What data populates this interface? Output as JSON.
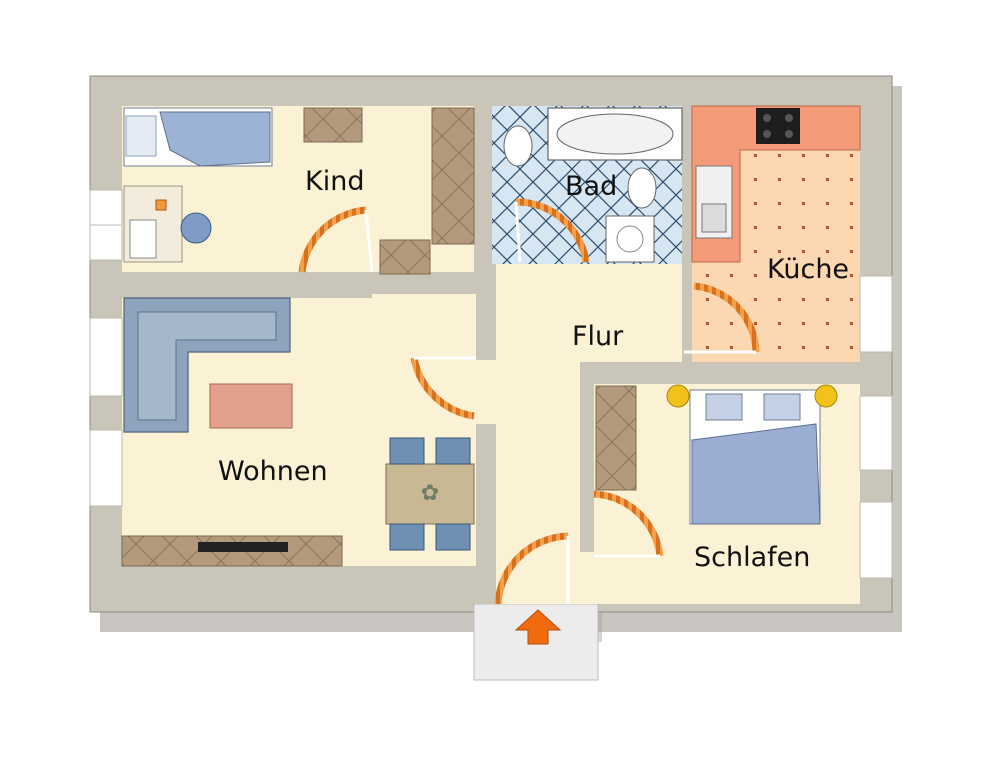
{
  "rooms": {
    "kind": "Kind",
    "bad": "Bad",
    "kueche": "Küche",
    "flur": "Flur",
    "wohnen": "Wohnen",
    "schlafen": "Schlafen"
  },
  "colors": {
    "wall": "#c8c4b8",
    "floor": "#fbf1d4",
    "bath_tile": "#cfe1ef",
    "kitchen_floor": "#fbd6b0",
    "kitchen_counter": "#f39a78",
    "door_swing": "#f08a1c",
    "entrance_arrow": "#f26a10",
    "furniture_wood": "#a08a6e",
    "sofa": "#8ea4bc",
    "bed": "#98aed2",
    "chair": "#6e8fb2",
    "coffee_table": "#e5a08c"
  }
}
